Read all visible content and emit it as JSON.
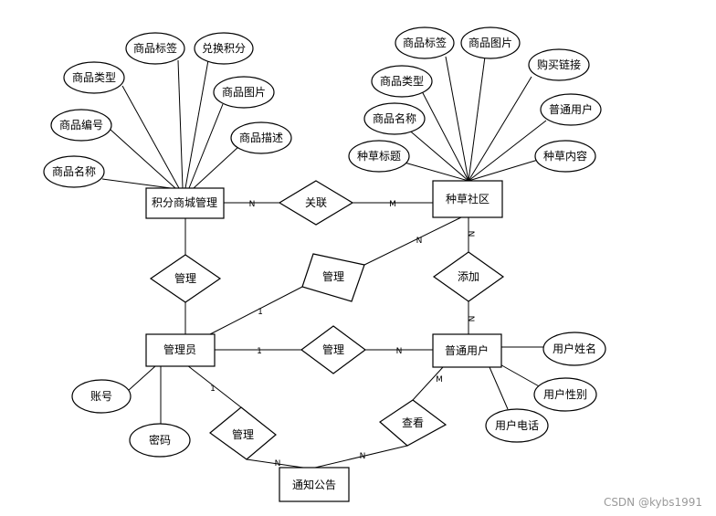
{
  "entities": {
    "points_mall": "积分商城管理",
    "community": "种草社区",
    "admin": "管理员",
    "user": "普通用户",
    "notice": "通知公告"
  },
  "relationships": {
    "mall_community": "关联",
    "admin_mall": "管理",
    "admin_community": "管理",
    "admin_user": "管理",
    "user_community": "添加",
    "admin_notice": "管理",
    "user_notice": "查看"
  },
  "attributes": {
    "mall": [
      "商品名称",
      "商品编号",
      "商品类型",
      "商品标签",
      "兑换积分",
      "商品图片",
      "商品描述"
    ],
    "community": [
      "种草标题",
      "商品名称",
      "商品类型",
      "商品标签",
      "商品图片",
      "购买链接",
      "普通用户",
      "种草内容"
    ],
    "admin": [
      "账号",
      "密码"
    ],
    "user": [
      "用户姓名",
      "用户性别",
      "用户电话"
    ]
  },
  "cardinalities": {
    "mall_rel": "N",
    "community_rel": "M",
    "community_add": "N",
    "user_add": "N",
    "community_admin": "N",
    "admin_rel": "1",
    "admin_user_1": "1",
    "user_admin_n": "N",
    "admin_notice_1": "1",
    "notice_admin_n": "N",
    "notice_user_n": "N",
    "user_notice_m": "M"
  },
  "watermark": "CSDN @kybs1991"
}
